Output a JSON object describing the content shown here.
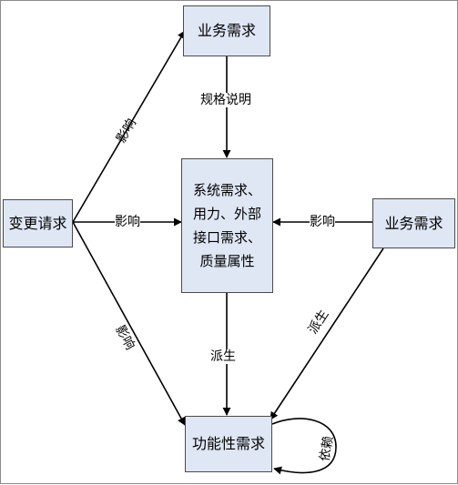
{
  "nodes": {
    "business_req_top": "业务需求",
    "system_req": "系统需求、用力、外部接口需求、质量属性",
    "change_request": "变更请求",
    "business_req_right": "业务需求",
    "functional_req": "功能性需求"
  },
  "edges": {
    "spec": "规格说明",
    "influence_top": "影响",
    "influence_mid": "影响",
    "influence_right": "影响",
    "influence_bottom": "影响",
    "derive_mid": "派生",
    "derive_right": "派生",
    "depend": "依赖"
  },
  "colors": {
    "box_fill": "#dfe7f5",
    "line": "#000000"
  }
}
